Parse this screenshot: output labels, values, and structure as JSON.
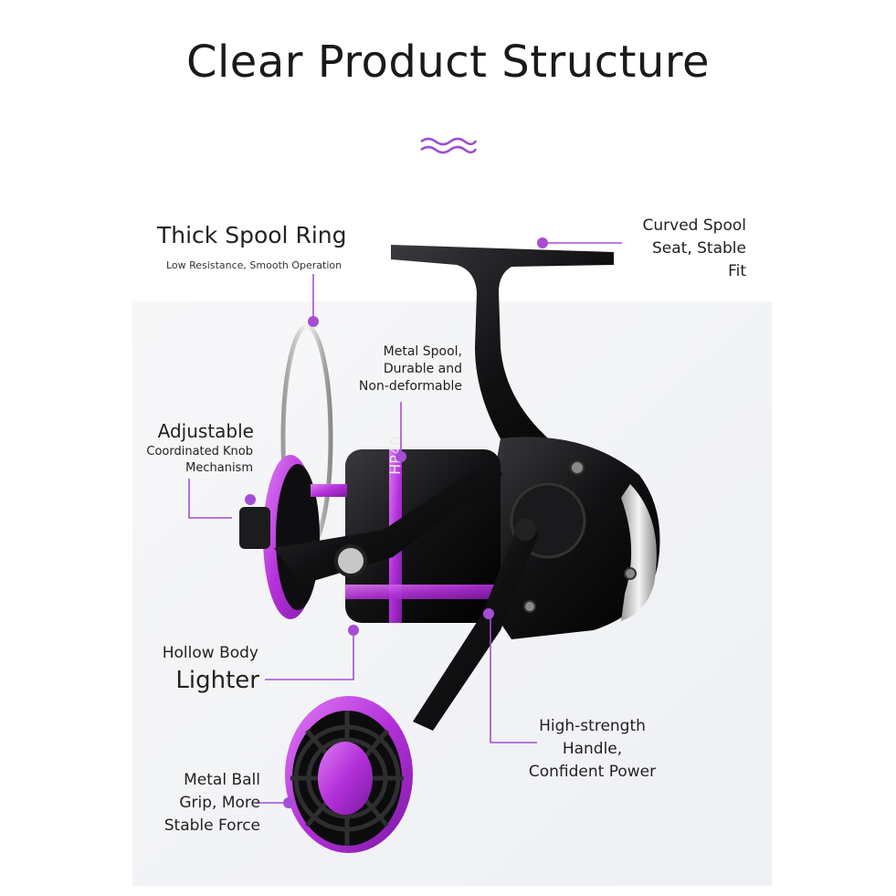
{
  "title": "Clear Product Structure",
  "accent_color": "#a64dd6",
  "image": {
    "subject": "fishing-reel-photo",
    "model_marking": "HP40"
  },
  "callouts": {
    "thick_spool_ring": {
      "title": "Thick Spool Ring",
      "subtitle": "Low Resistance, Smooth Operation"
    },
    "curved_spool_seat": {
      "line1": "Curved Spool",
      "line2": "Seat, Stable",
      "line3": "Fit"
    },
    "metal_spool": {
      "line1": "Metal Spool,",
      "line2": "Durable and",
      "line3": "Non-deformable"
    },
    "adjustable": {
      "title": "Adjustable",
      "line1": "Coordinated Knob",
      "line2": "Mechanism"
    },
    "hollow_body": {
      "line1": "Hollow Body",
      "line2": "Lighter"
    },
    "handle": {
      "line1": "High-strength",
      "line2": "Handle,",
      "line3": "Confident Power"
    },
    "metal_ball": {
      "line1": "Metal Ball",
      "line2": "Grip, More",
      "line3": "Stable Force"
    }
  }
}
